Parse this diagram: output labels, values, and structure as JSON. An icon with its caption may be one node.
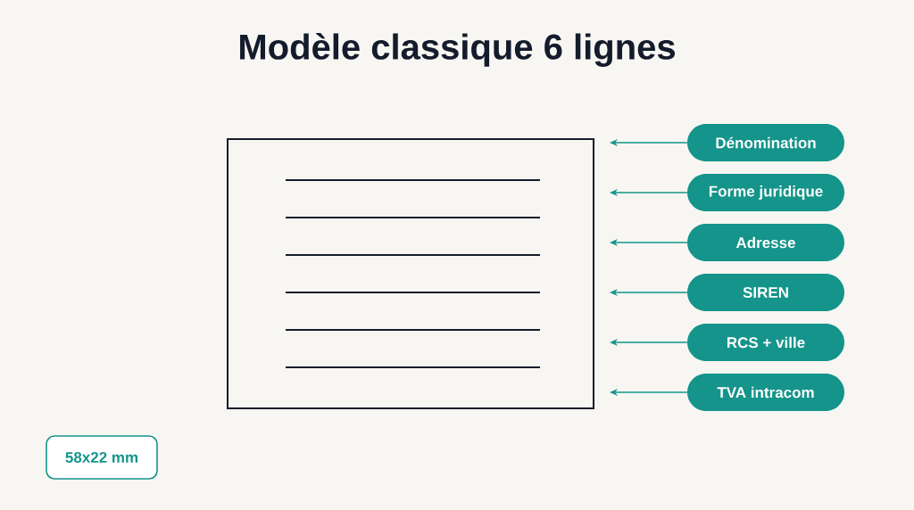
{
  "diagram": {
    "title": "Modèle classique 6 lignes",
    "nodes": [
      {
        "text": [],
        "shape": "box"
      },
      {
        "text": [
          "Dénomination"
        ]
      },
      {
        "text": [
          "Forme juridique"
        ]
      },
      {
        "text": [
          "Adresse"
        ]
      },
      {
        "text": [
          "SIREN"
        ]
      },
      {
        "text": [
          "RCS + ville"
        ]
      },
      {
        "text": [
          "TVA intracom"
        ]
      },
      {
        "text": [
          "58x22 mm"
        ]
      }
    ],
    "edges": [
      {
        "from": 1,
        "to": null,
        "arrow": "to"
      },
      {
        "from": 2,
        "to": null,
        "arrow": "to"
      },
      {
        "from": 3,
        "to": null,
        "arrow": "to"
      },
      {
        "from": 4,
        "to": null,
        "arrow": "to"
      },
      {
        "from": 5,
        "to": null,
        "arrow": "to"
      },
      {
        "from": 6,
        "to": null,
        "arrow": "to"
      }
    ]
  }
}
